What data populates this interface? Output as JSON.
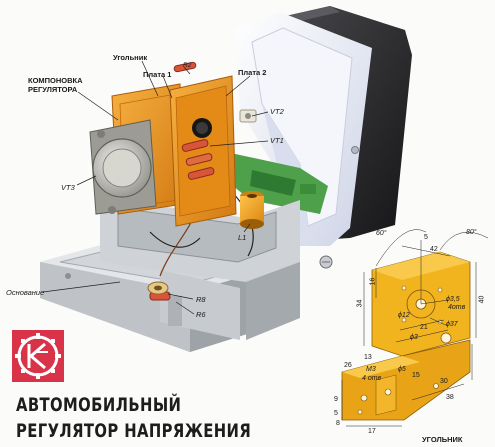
{
  "labels": {
    "ugolnik_top": "Угольник",
    "plata1": "Плата 1",
    "plata2": "Плата 2",
    "r2": "R2",
    "layout_l1": "КОМПОНОВКА",
    "layout_l2": "РЕГУЛЯТОРА",
    "vt2": "VT2",
    "vt1": "VT1",
    "vt3": "VT3",
    "l1": "L1",
    "osnovanie": "Основание",
    "r8": "R8",
    "r6": "R6",
    "ugolnik_bottom": "УГОЛЬНИК"
  },
  "title": {
    "line1": "АВТОМОБИЛЬНЫЙ",
    "line2": "РЕГУЛЯТОР НАПРЯЖЕНИЯ"
  },
  "drawing_dims": {
    "a60": "60°",
    "a80": "80°",
    "d42": "42",
    "d5": "5",
    "d16": "16",
    "d34": "34",
    "d12": "ϕ12",
    "d3_5": "ϕ3,5",
    "d4otv": "4отв",
    "d37": "ϕ37",
    "d21": "21",
    "d3": "ϕ3",
    "d40": "40",
    "d26": "26",
    "d13": "13",
    "m3": "M3",
    "d4otv2": "4 отв",
    "d5b": "ϕ5",
    "d15": "15",
    "d30": "30",
    "d38": "38",
    "d17": "17",
    "d9": "9",
    "d5c": "5",
    "d8": "8"
  },
  "colors": {
    "orange_board": "#e8921e",
    "aluminium": "#c9ccd0",
    "case_black": "#2a2a2c",
    "case_white": "#e9ecf5",
    "green_board": "#4ea04a",
    "logo_red": "#d9334a"
  }
}
